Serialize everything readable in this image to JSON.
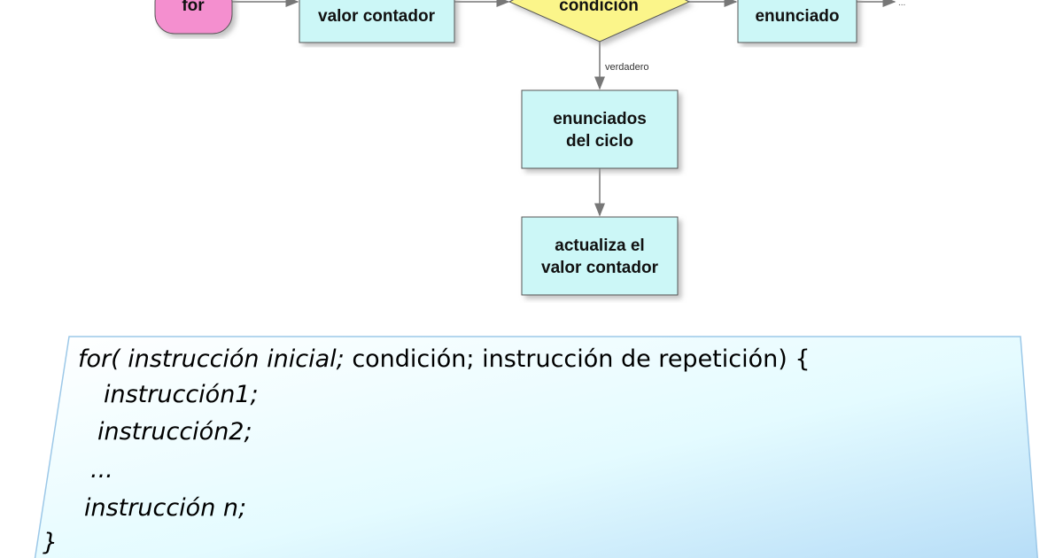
{
  "flowchart": {
    "start": "for",
    "init": "valor contador",
    "condition": "condición",
    "next": "enunciado",
    "next_continuation": "...",
    "true_label": "verdadero",
    "body": [
      "enunciados",
      "del ciclo"
    ],
    "update": [
      "actualiza el",
      "valor contador"
    ]
  },
  "colors": {
    "start": "#f48fcf",
    "process": "#ccf7f7",
    "decision": "#fbf58a"
  },
  "code": {
    "line1_italic": "for( instrucción inicial;",
    "line1_normal": " condición; instrucción de repetición) {",
    "line2": "instrucción1;",
    "line3": "instrucción2;",
    "line4": "...",
    "line5": "instrucción n;",
    "line6": "}"
  }
}
